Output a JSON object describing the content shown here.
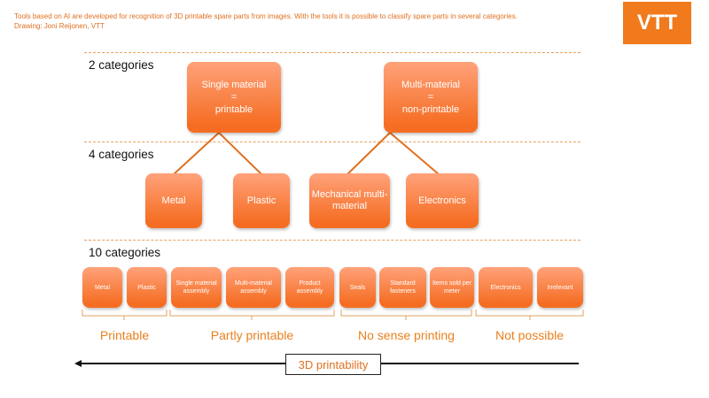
{
  "caption": {
    "line1": "Tools based on AI are developed for recognition of 3D printable spare parts from images. With the tools it is possible to classify spare parts in several categories.",
    "line2": "Drawing: Joni Reijonen, VTT"
  },
  "logo": "VTT",
  "levels": [
    "2 categories",
    "4 categories",
    "10 categories"
  ],
  "level2": [
    {
      "l1": "Single material",
      "l2": "=",
      "l3": "printable"
    },
    {
      "l1": "Multi-material",
      "l2": "=",
      "l3": "non-printable"
    }
  ],
  "level4": [
    "Metal",
    "Plastic",
    "Mechanical multi-material",
    "Electronics"
  ],
  "level10": [
    "Metal",
    "Plastic",
    "Single material assembly",
    "Multi-material assembly",
    "Product assembly",
    "Seals",
    "Standard fasteners",
    "Items sold per meter",
    "Electronics",
    "Irrelevant"
  ],
  "groups": [
    "Printable",
    "Partly printable",
    "No sense printing",
    "Not possible"
  ],
  "axis": {
    "label": "3D printability"
  },
  "colors": {
    "accent": "#f07a1c",
    "box_top": "#ffa27a",
    "box_bottom": "#f56d22",
    "text_orange": "#e8801f"
  }
}
